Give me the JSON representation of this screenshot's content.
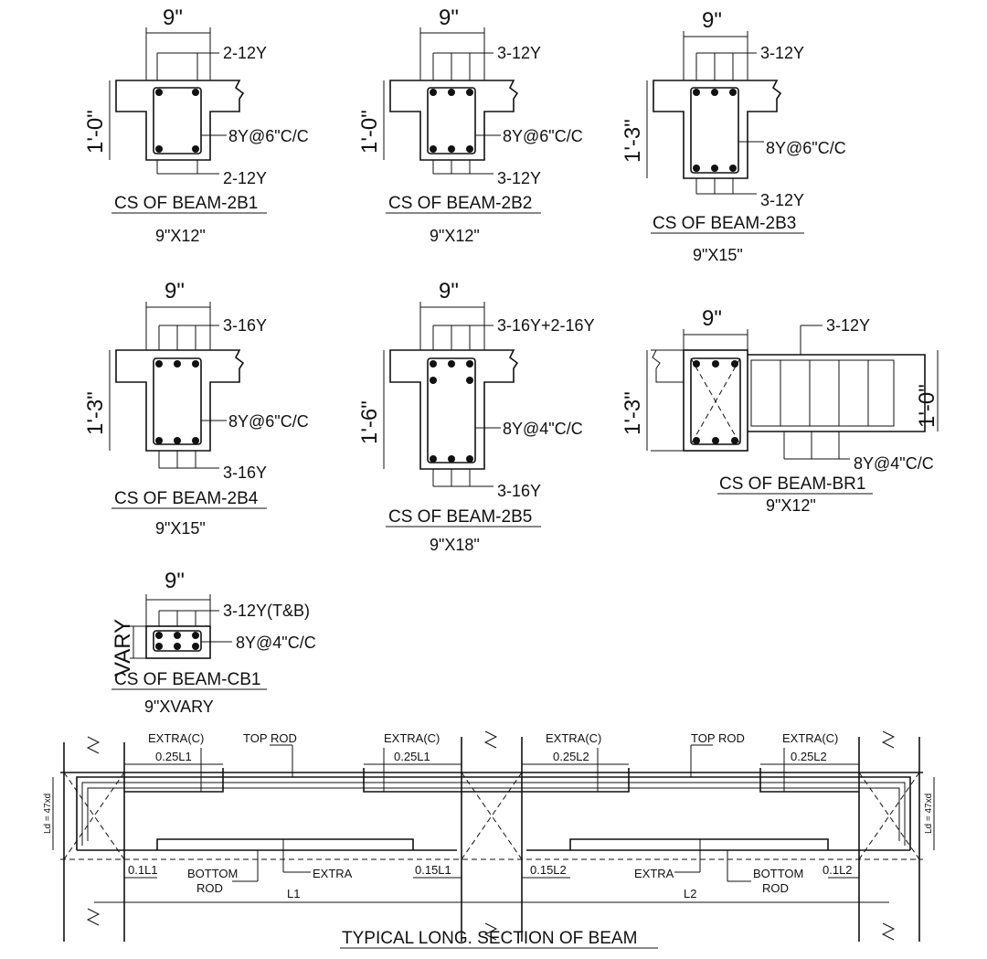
{
  "sections": [
    {
      "id": "2b1",
      "width_label": "9\"",
      "depth_label": "1'-0\"",
      "top_bar": "2-12Y",
      "stirrup": "8Y@6\"C/C",
      "bottom_bar": "2-12Y",
      "title": "CS OF BEAM-2B1",
      "size": "9\"X12\""
    },
    {
      "id": "2b2",
      "width_label": "9\"",
      "depth_label": "1'-0\"",
      "top_bar": "3-12Y",
      "stirrup": "8Y@6\"C/C",
      "bottom_bar": "3-12Y",
      "title": "CS OF BEAM-2B2",
      "size": "9\"X12\""
    },
    {
      "id": "2b3",
      "width_label": "9\"",
      "depth_label": "1'-3\"",
      "top_bar": "3-12Y",
      "stirrup": "8Y@6\"C/C",
      "bottom_bar": "3-12Y",
      "title": "CS OF BEAM-2B3",
      "size": "9\"X15\""
    },
    {
      "id": "2b4",
      "width_label": "9\"",
      "depth_label": "1'-3\"",
      "top_bar": "3-16Y",
      "stirrup": "8Y@6\"C/C",
      "bottom_bar": "3-16Y",
      "title": "CS OF BEAM-2B4",
      "size": "9\"X15\""
    },
    {
      "id": "2b5",
      "width_label": "9\"",
      "depth_label": "1'-6\"",
      "top_bar": "3-16Y+2-16Y",
      "stirrup": "8Y@4\"C/C",
      "bottom_bar": "3-16Y",
      "title": "CS OF BEAM-2B5",
      "size": "9\"X18\""
    },
    {
      "id": "br1",
      "width_label": "9\"",
      "depth_label": "1'-3\"",
      "depth_label_right": "1'-0\"",
      "top_bar": "3-12Y",
      "stirrup": "8Y@4\"C/C",
      "title": "CS OF BEAM-BR1",
      "size": "9\"X12\""
    },
    {
      "id": "cb1",
      "width_label": "9\"",
      "depth_label": "VARY",
      "top_bar": "3-12Y(T&B)",
      "stirrup": "8Y@4\"C/C",
      "title": "CS OF BEAM-CB1",
      "size": "9\"XVARY"
    }
  ],
  "long_section": {
    "title": "TYPICAL LONG. SECTION OF BEAM",
    "extra_c": "EXTRA(C)",
    "top_rod": "TOP",
    "top_rod_2": "ROD",
    "bottom_rod": "BOTTOM",
    "bottom_rod_2": "ROD",
    "extra": "EXTRA",
    "dims": {
      "t1": "0.25L1",
      "t2": "0.25L1",
      "t3": "0.25L2",
      "t4": "0.25L2",
      "b1": "0.1L1",
      "b2": "0.15L1",
      "b3": "0.15L2",
      "b4": "0.1L2"
    },
    "span1": "L1",
    "span2": "L2",
    "ld": "Ld = 47xd"
  }
}
